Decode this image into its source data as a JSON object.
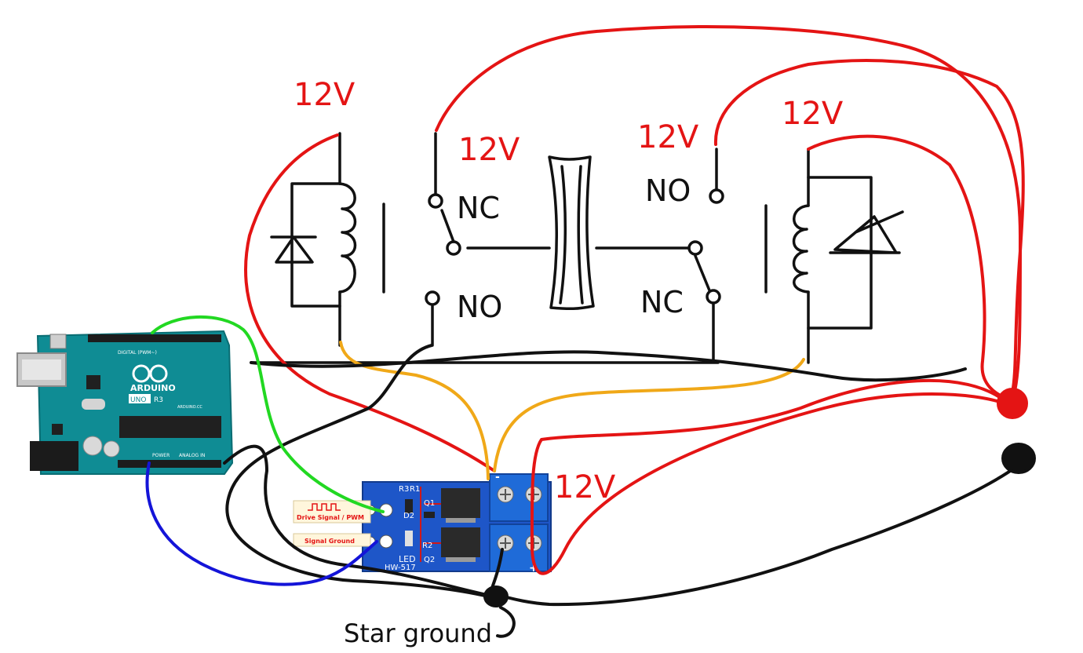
{
  "colors": {
    "red_wire": "#e41414",
    "black_wire": "#111111",
    "orange_wire": "#f0a818",
    "green_wire": "#22d822",
    "blue_wire": "#1414d8",
    "arduino_pcb": "#0f8c94",
    "mosfet_pcb": "#1e56c8",
    "terminal_blue": "#1f6bd8"
  },
  "relay_left": {
    "supply_label": "12V",
    "nc_label": "NC",
    "no_label": "NO",
    "nc_supply_label": "12V"
  },
  "relay_right": {
    "supply_label": "12V",
    "no_label": "NO",
    "nc_label": "NC",
    "no_supply_label": "12V"
  },
  "mosfet_module": {
    "model": "HW-517",
    "drive_signal_label": "Drive Signal / PWM",
    "signal_ground_label": "Signal Ground",
    "led_label": "LED",
    "supply_label": "12V",
    "component_labels": [
      "R3",
      "R1",
      "Q1",
      "D2",
      "R2",
      "Q2"
    ],
    "terminal_minus": "-",
    "terminal_plus": "+"
  },
  "arduino": {
    "brand": "ARDUINO",
    "model": "UNO",
    "revision": "R3",
    "digital_header": "DIGITAL (PWM~)",
    "power_header": "POWER",
    "analog_header": "ANALOG IN",
    "site": "ARDUINO.CC"
  },
  "star_ground_label": "Star ground"
}
